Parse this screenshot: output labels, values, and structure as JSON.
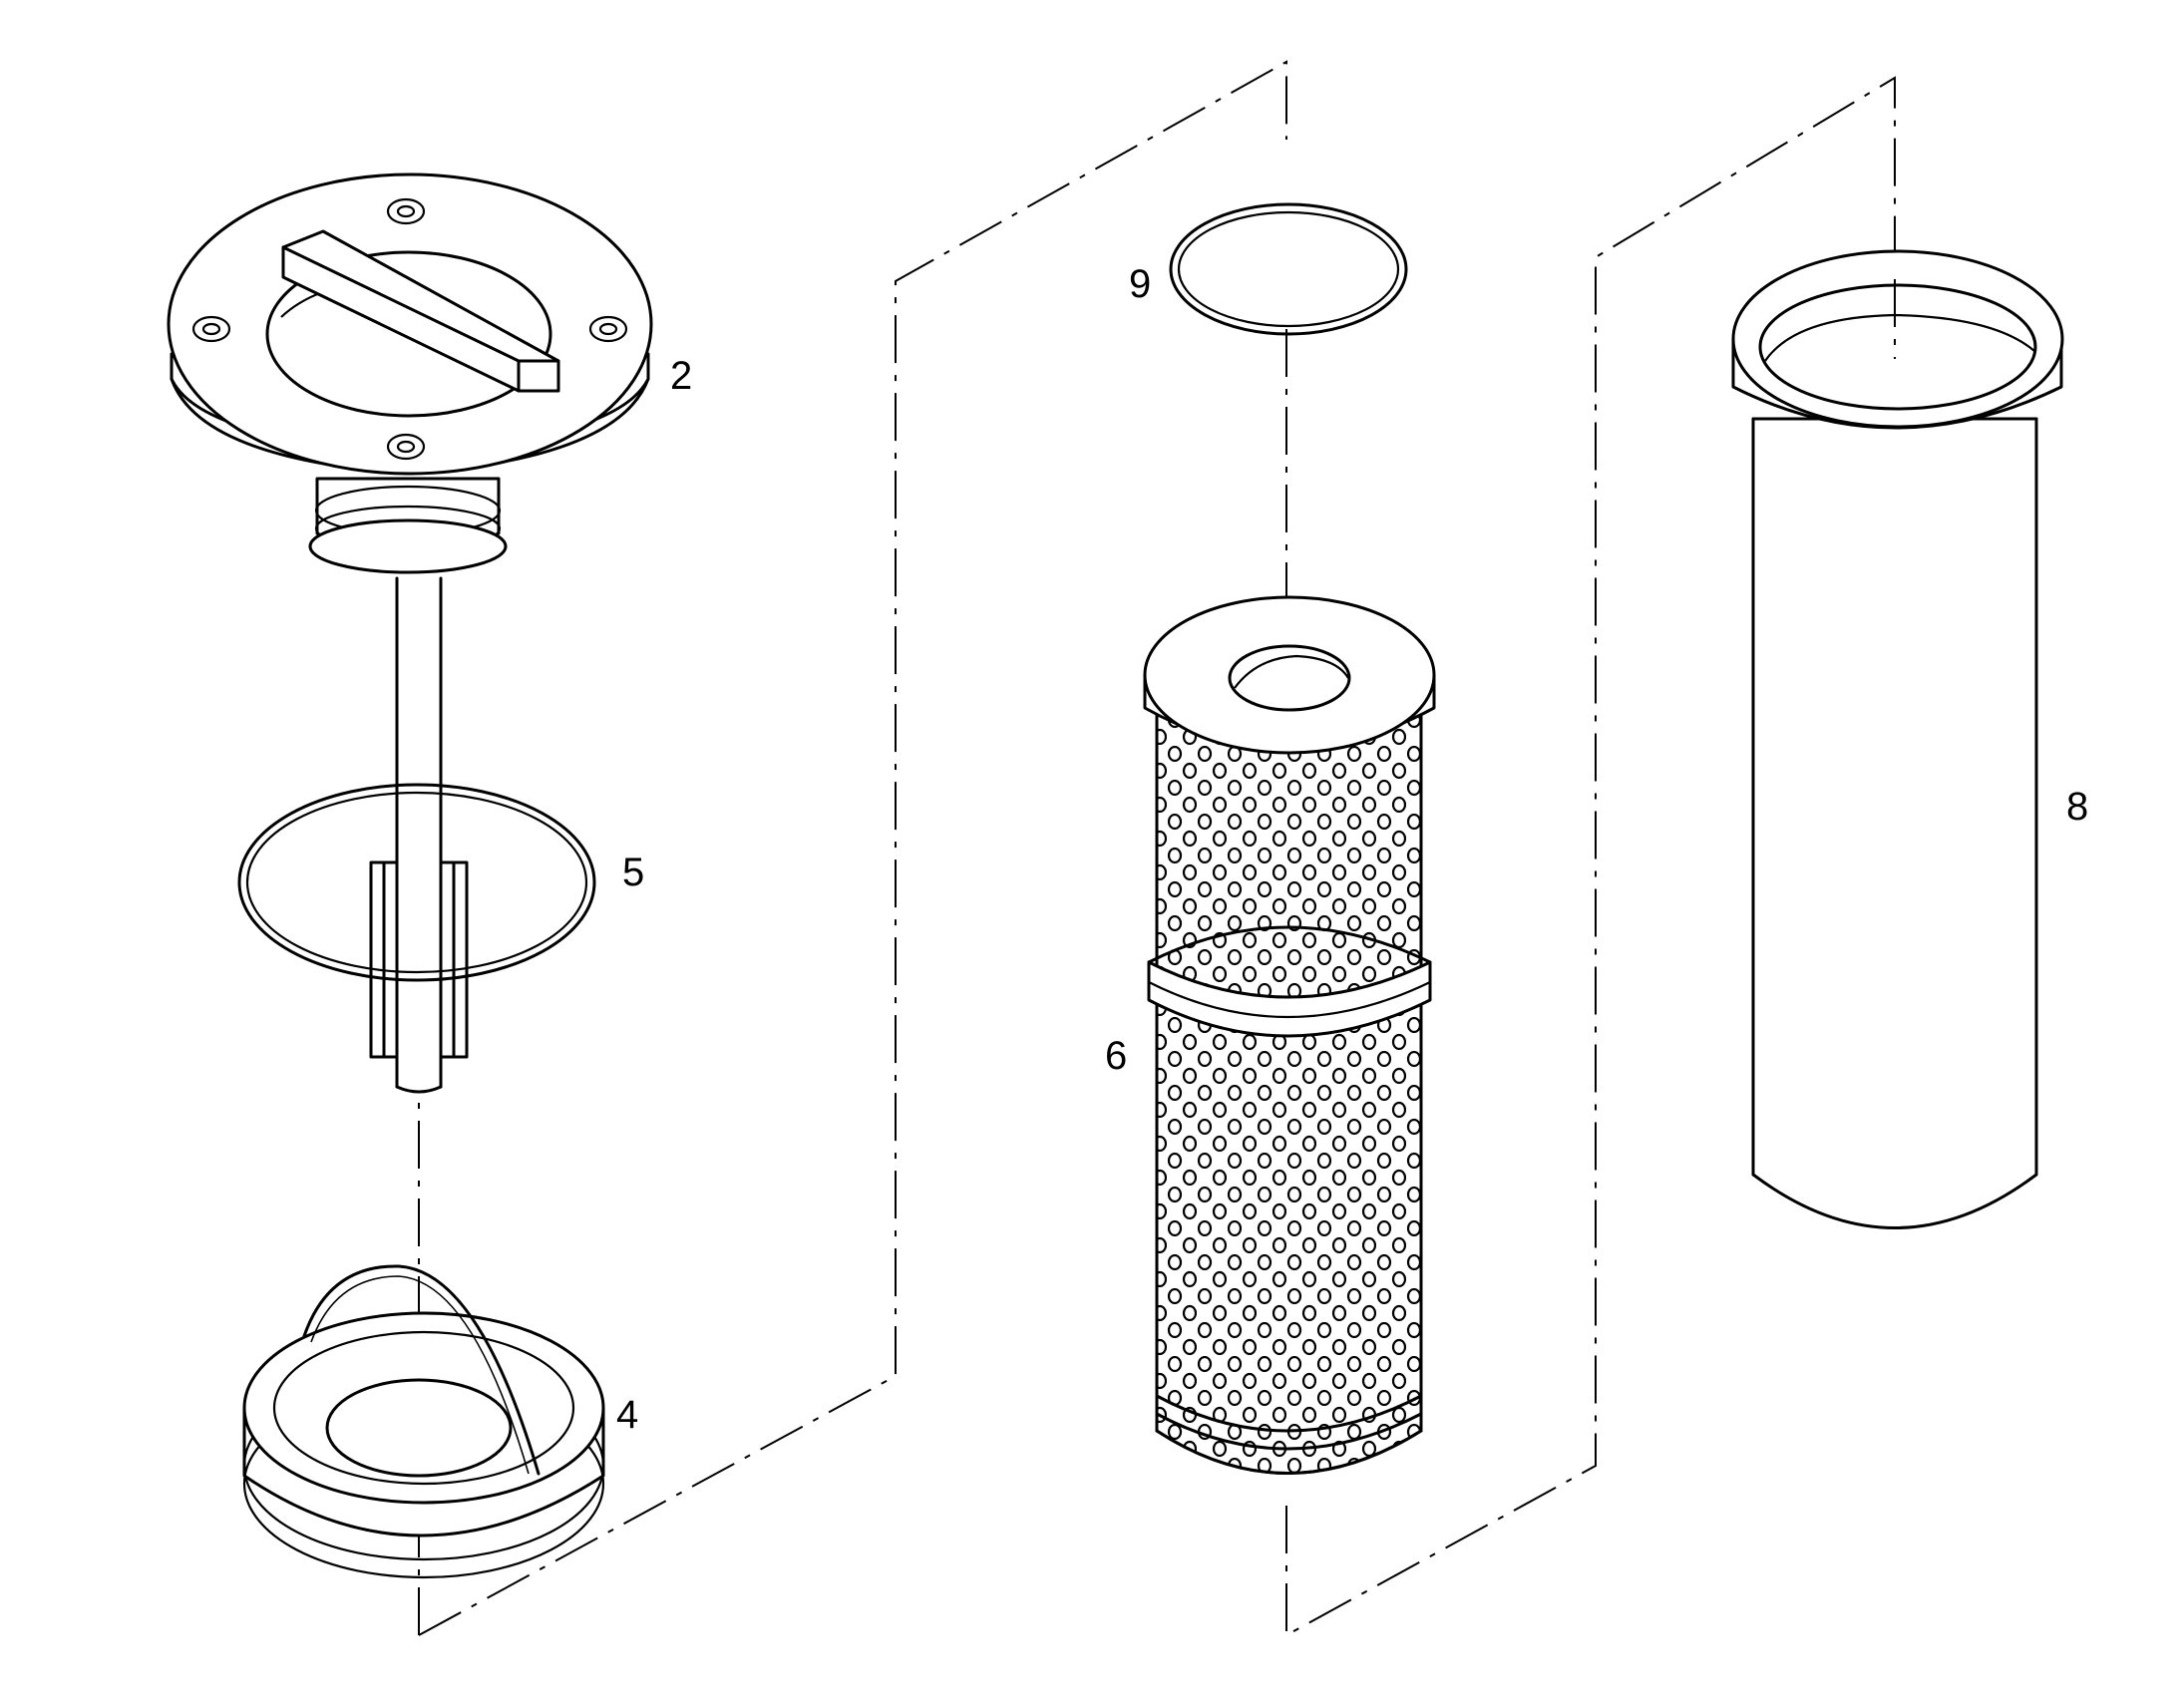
{
  "diagram": {
    "callouts": [
      {
        "id": "part-2",
        "text": "2"
      },
      {
        "id": "part-4",
        "text": "4"
      },
      {
        "id": "part-5",
        "text": "5"
      },
      {
        "id": "part-6",
        "text": "6"
      },
      {
        "id": "part-8",
        "text": "8"
      },
      {
        "id": "part-9",
        "text": "9"
      }
    ],
    "parts": [
      {
        "callout": "2",
        "shape": "filler cap with flange"
      },
      {
        "callout": "4",
        "shape": "threaded adapter ring"
      },
      {
        "callout": "5",
        "shape": "o-ring"
      },
      {
        "callout": "6",
        "shape": "perforated filter element"
      },
      {
        "callout": "8",
        "shape": "filter housing tube"
      },
      {
        "callout": "9",
        "shape": "o-ring"
      }
    ]
  }
}
